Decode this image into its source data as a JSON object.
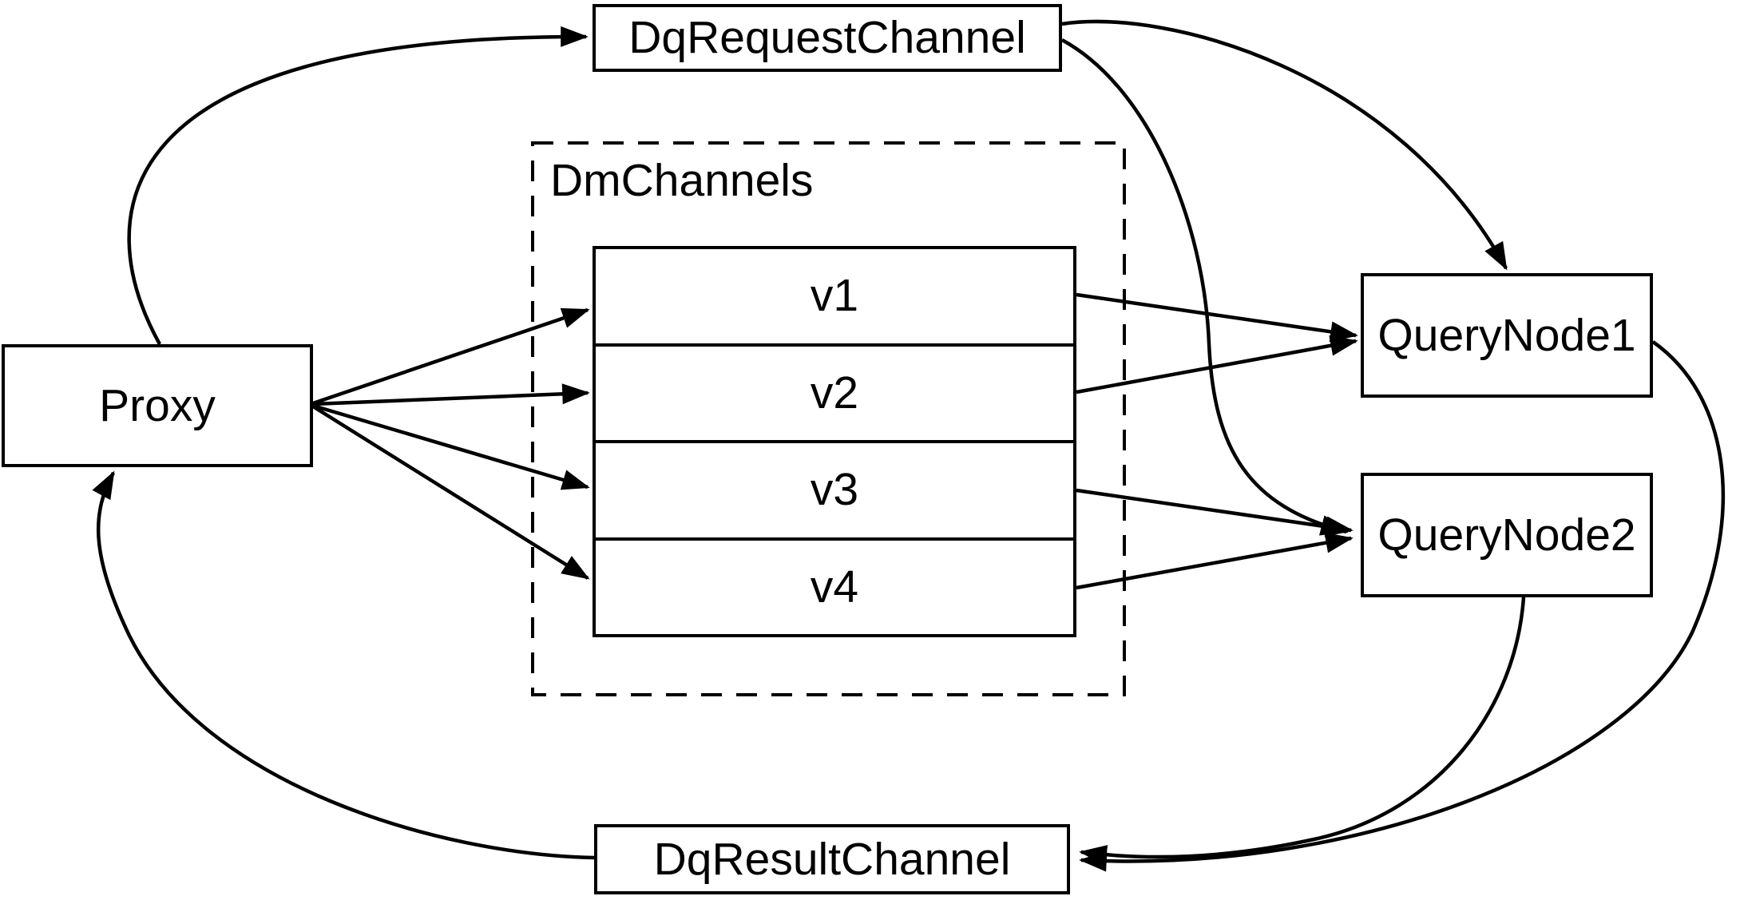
{
  "diagram": {
    "background_color": "#ffffff",
    "stroke_color": "#000000",
    "nodes": {
      "proxy": {
        "label": "Proxy"
      },
      "dq_request_channel": {
        "label": "DqRequestChannel"
      },
      "dm_channels": {
        "label": "DmChannels",
        "channels": [
          {
            "label": "v1"
          },
          {
            "label": "v2"
          },
          {
            "label": "v3"
          },
          {
            "label": "v4"
          }
        ]
      },
      "query_node_1": {
        "label": "QueryNode1"
      },
      "query_node_2": {
        "label": "QueryNode2"
      },
      "dq_result_channel": {
        "label": "DqResultChannel"
      }
    },
    "edges": [
      {
        "from": "Proxy",
        "to": "DqRequestChannel"
      },
      {
        "from": "Proxy",
        "to": "v1"
      },
      {
        "from": "Proxy",
        "to": "v2"
      },
      {
        "from": "Proxy",
        "to": "v3"
      },
      {
        "from": "Proxy",
        "to": "v4"
      },
      {
        "from": "v1",
        "to": "QueryNode1"
      },
      {
        "from": "v2",
        "to": "QueryNode1"
      },
      {
        "from": "v3",
        "to": "QueryNode2"
      },
      {
        "from": "v4",
        "to": "QueryNode2"
      },
      {
        "from": "DqRequestChannel",
        "to": "QueryNode1"
      },
      {
        "from": "DqRequestChannel",
        "to": "QueryNode2"
      },
      {
        "from": "QueryNode1",
        "to": "DqResultChannel"
      },
      {
        "from": "QueryNode2",
        "to": "DqResultChannel"
      },
      {
        "from": "DqResultChannel",
        "to": "Proxy"
      }
    ]
  }
}
